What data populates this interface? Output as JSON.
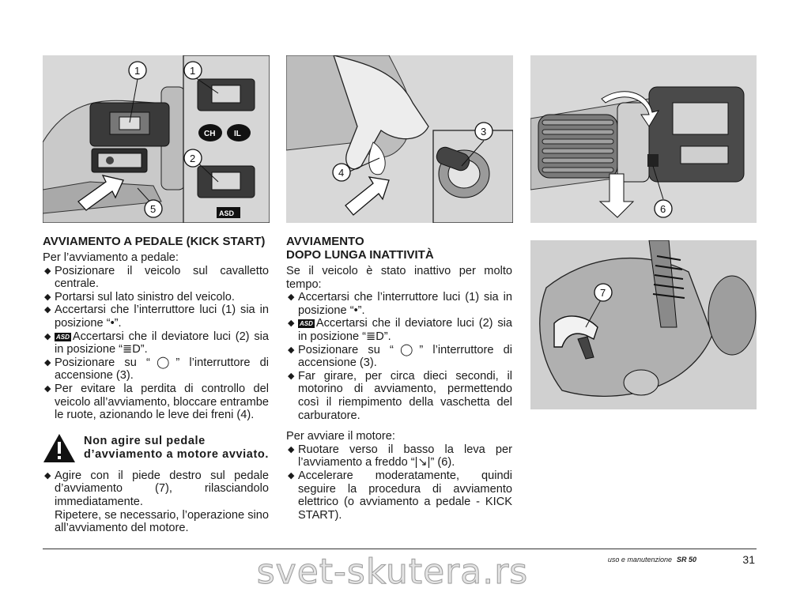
{
  "figures": {
    "fig1": {
      "callouts": [
        "1",
        "1",
        "2",
        "5"
      ],
      "badges": [
        "CH",
        "IL",
        "ASD"
      ]
    },
    "fig2": {
      "callouts": [
        "3",
        "4"
      ]
    },
    "fig3": {
      "callouts": [
        "6"
      ]
    },
    "fig4": {
      "callouts": [
        "7"
      ]
    }
  },
  "left": {
    "title": "AVVIAMENTO A PEDALE (KICK START)",
    "intro": "Per l’avviamento a pedale:",
    "bullets": [
      "Posizionare il veicolo sul cavalletto centrale.",
      "Portarsi sul lato sinistro del veicolo.",
      "Accertarsi che l’interruttore luci (1) sia in posizione “•”.",
      "Accertarsi che il deviatore luci (2) sia in posizione “≣D”.",
      "Posizionare su “◯” l’interruttore di accensione (3).",
      "Per evitare la perdita di controllo del veicolo all’avviamento, bloccare entrambe le ruote, azionando le leve dei freni (4)."
    ],
    "asd_badge": "ASD",
    "warning": "Non agire sul pedale d’avviamento a motore avviato.",
    "bullets2": [
      "Agire con il piede destro sul pedale d’avviamento (7), rilasciandolo immediatamente."
    ],
    "note": "Ripetere, se necessario, l’operazione sino all’avviamento del motore."
  },
  "right": {
    "title_line1": "AVVIAMENTO",
    "title_line2": "DOPO LUNGA INATTIVITÀ",
    "intro": "Se il veicolo è stato inattivo per molto tempo:",
    "bullets": [
      "Accertarsi che l’interruttore luci (1) sia in posizione “•”.",
      "Accertarsi che il deviatore luci (2) sia in posizione “≣D”.",
      "Posizionare su “◯” l’interruttore di accensione (3).",
      "Far girare, per circa dieci secondi, il motorino di avviamento, permettendo così il riempimento della vaschetta del carburatore."
    ],
    "asd_badge": "ASD",
    "intro2": "Per avviare il motore:",
    "bullets2": [
      "Ruotare verso il basso la leva per l’avviamento a freddo “|↘|” (6).",
      "Accelerare moderatamente, quindi seguire la procedura di avviamento elettrico (o avviamento a pedale - KICK START)."
    ]
  },
  "footer": {
    "section": "uso e manutenzione",
    "model": "SR 50",
    "page": "31"
  },
  "watermark": "svet-skutera.rs"
}
